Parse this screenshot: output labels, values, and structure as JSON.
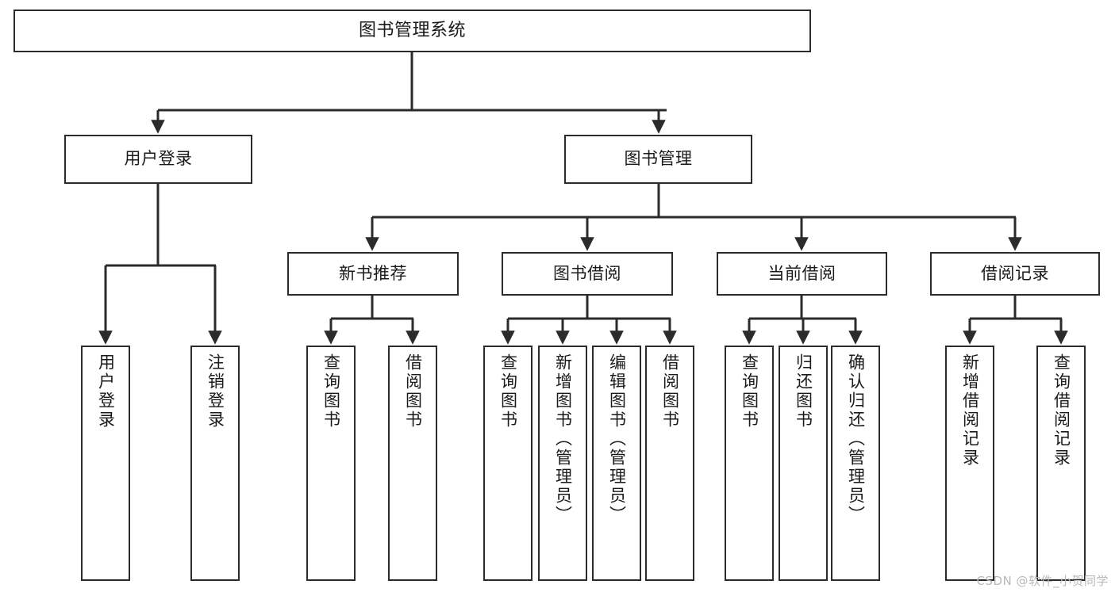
{
  "diagram": {
    "title": "图书管理系统",
    "type": "tree",
    "watermark": "CSDN @软件_小贺同学",
    "line_color": "#2b2b2b",
    "box_fill": "#ffffff",
    "text_color": "#1a1a1a"
  },
  "levels": {
    "root": {
      "label": "图书管理系统"
    },
    "level2": [
      {
        "label": "用户登录"
      },
      {
        "label": "图书管理"
      }
    ],
    "level3": [
      {
        "label": "新书推荐"
      },
      {
        "label": "图书借阅"
      },
      {
        "label": "当前借阅"
      },
      {
        "label": "借阅记录"
      }
    ],
    "leaves": {
      "user_login": [
        {
          "label": "用户登录"
        },
        {
          "label": "注销登录"
        }
      ],
      "new_book_recommend": [
        {
          "label": "查询图书"
        },
        {
          "label": "借阅图书"
        }
      ],
      "book_borrow": [
        {
          "label": "查询图书"
        },
        {
          "label": "新增图书（管理员）"
        },
        {
          "label": "编辑图书（管理员）"
        },
        {
          "label": "借阅图书"
        }
      ],
      "current_borrow": [
        {
          "label": "查询图书"
        },
        {
          "label": "归还图书"
        },
        {
          "label": "确认归还（管理员）"
        }
      ],
      "borrow_record": [
        {
          "label": "新增借阅记录"
        },
        {
          "label": "查询借阅记录"
        }
      ]
    }
  }
}
